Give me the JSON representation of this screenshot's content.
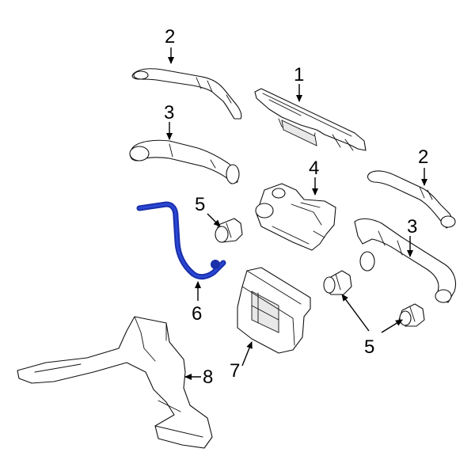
{
  "callouts": [
    {
      "id": "c-2-top",
      "label": "2"
    },
    {
      "id": "c-1",
      "label": "1"
    },
    {
      "id": "c-3-left",
      "label": "3"
    },
    {
      "id": "c-2-right",
      "label": "2"
    },
    {
      "id": "c-4",
      "label": "4"
    },
    {
      "id": "c-5-left",
      "label": "5"
    },
    {
      "id": "c-3-right",
      "label": "3"
    },
    {
      "id": "c-6",
      "label": "6"
    },
    {
      "id": "c-7",
      "label": "7"
    },
    {
      "id": "c-5-right",
      "label": "5"
    },
    {
      "id": "c-8",
      "label": "8"
    }
  ],
  "colors": {
    "highlight": "#1a2fa8",
    "line": "#111111",
    "background": "#ffffff"
  }
}
